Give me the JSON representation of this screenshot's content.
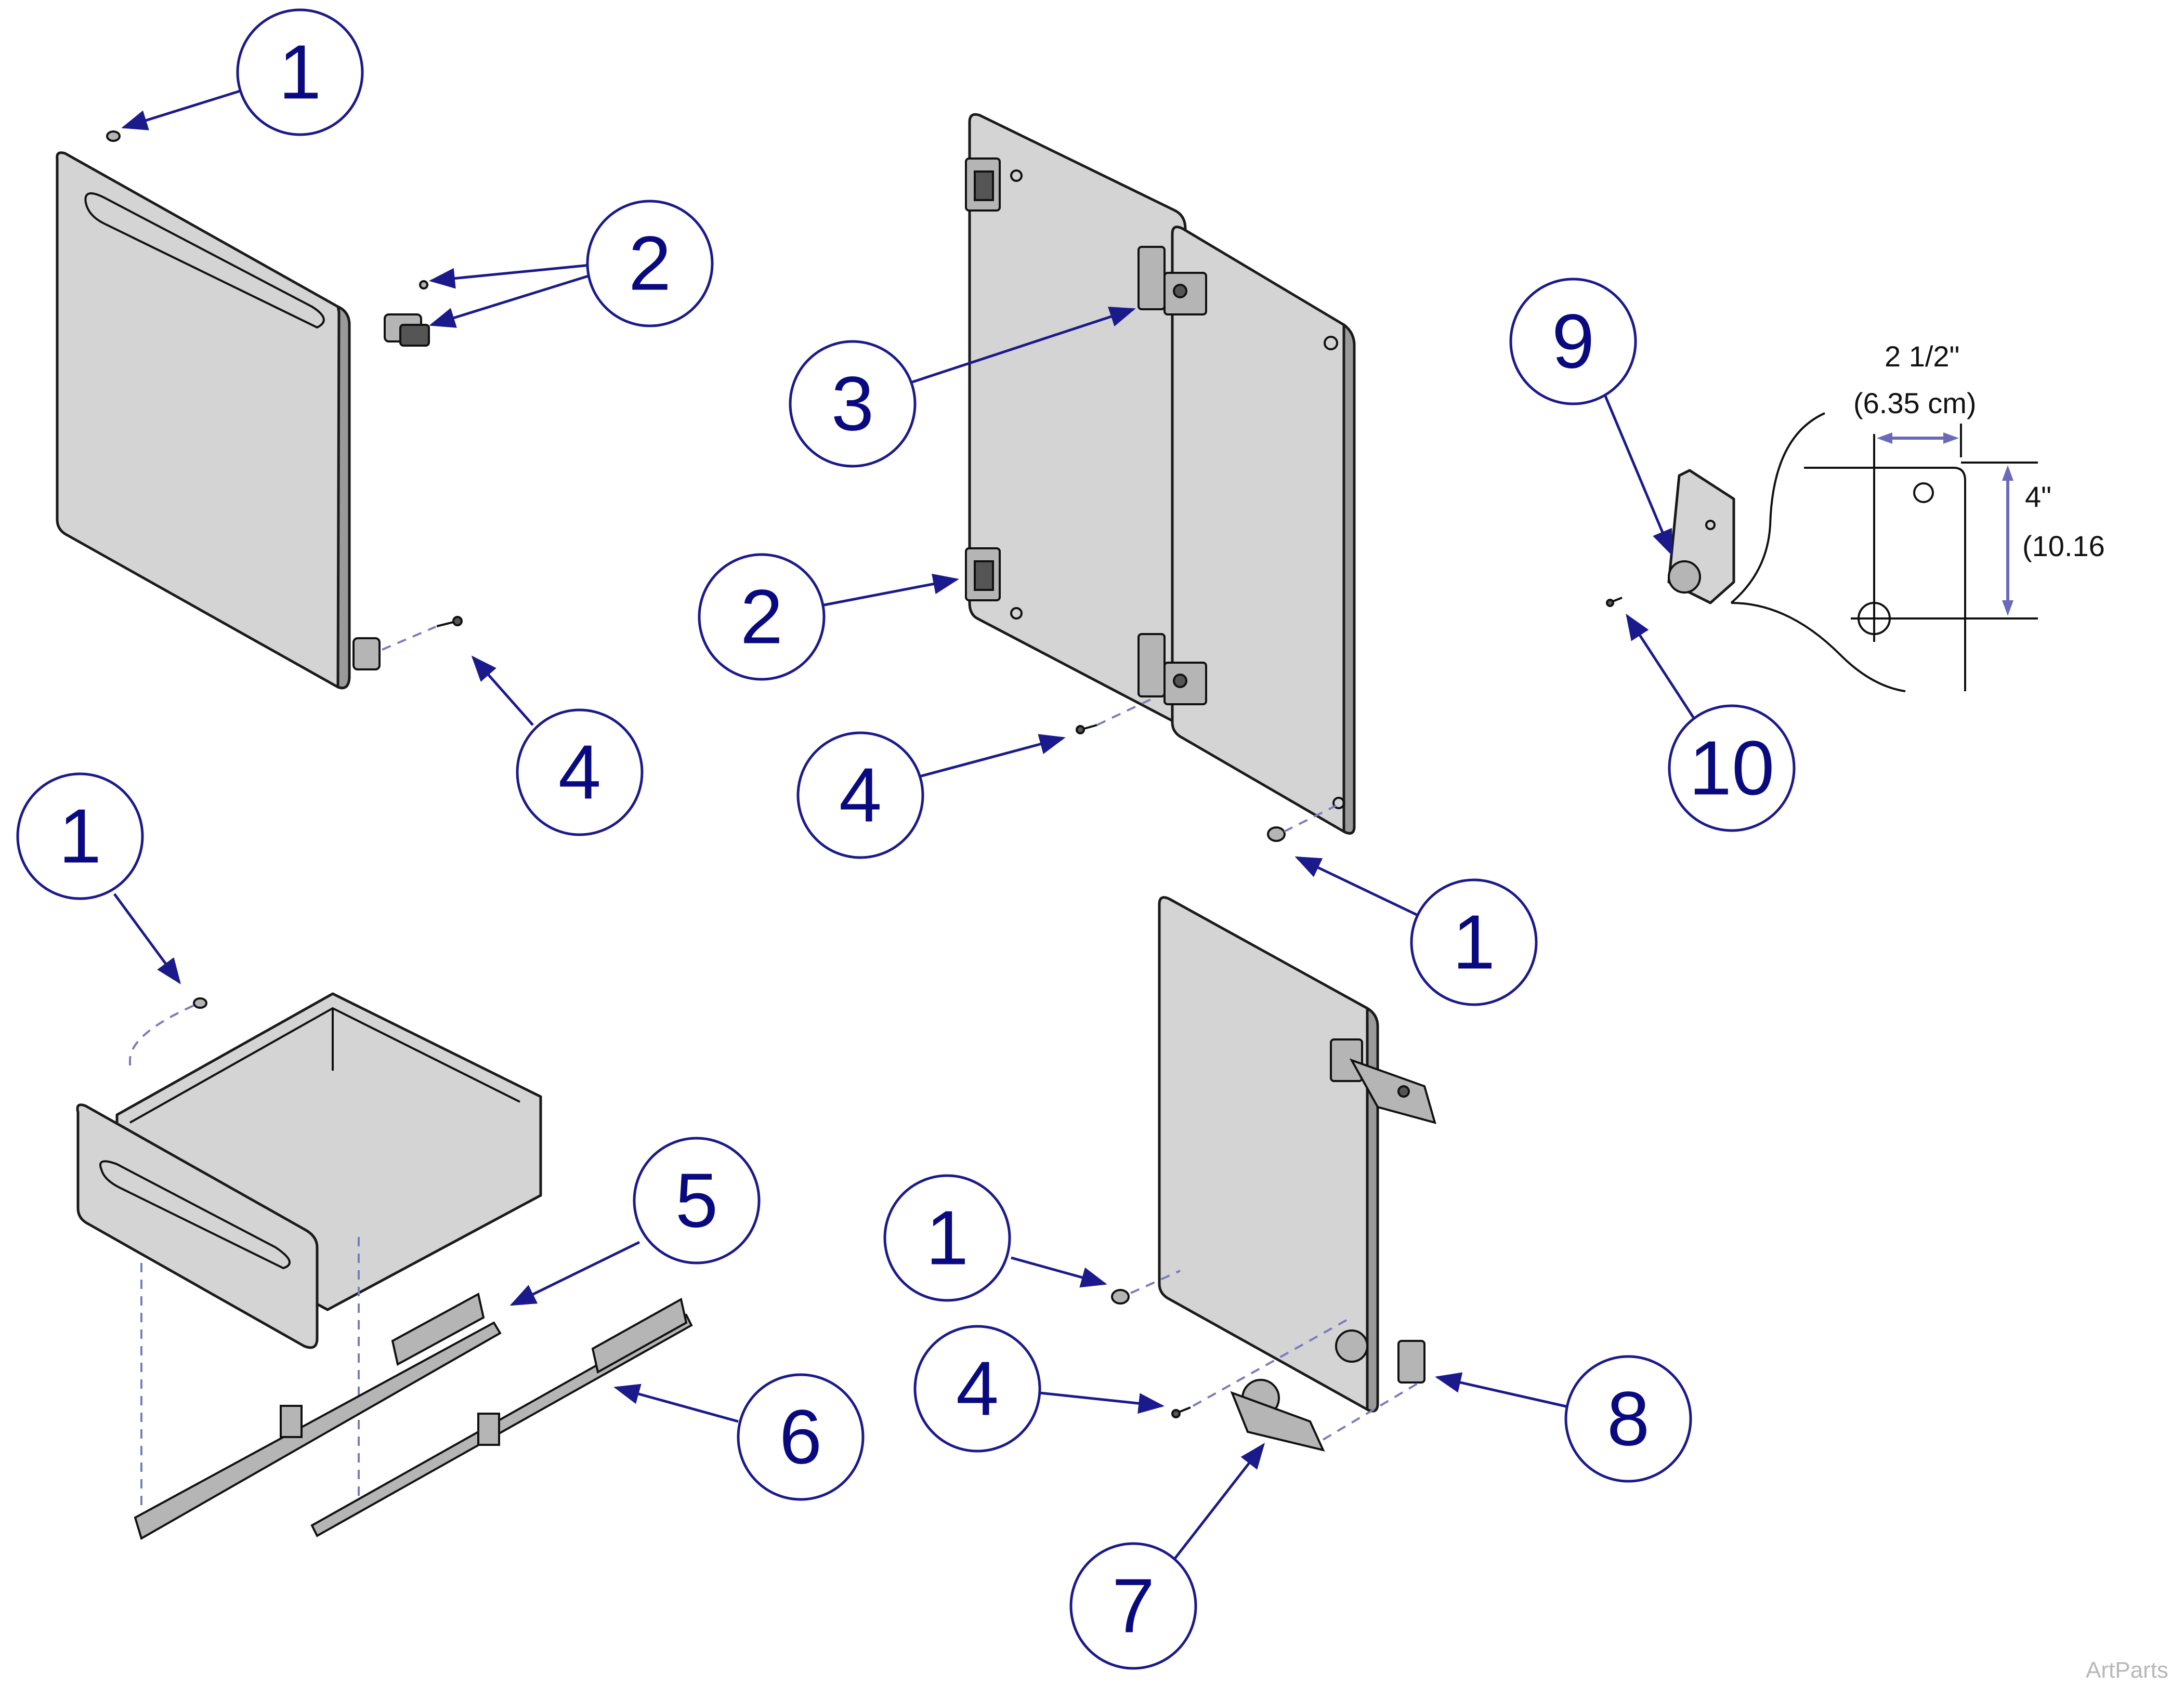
{
  "colors": {
    "callout_stroke": "#1a1a8c",
    "callout_text": "#0a0a80",
    "panel_fill": "#d4d4d4",
    "dimension_arrow": "#6a6ab8"
  },
  "callouts": [
    {
      "id": "c1a",
      "label": "1"
    },
    {
      "id": "c2a",
      "label": "2"
    },
    {
      "id": "c4a",
      "label": "4"
    },
    {
      "id": "c3",
      "label": "3"
    },
    {
      "id": "c2b",
      "label": "2"
    },
    {
      "id": "c4b",
      "label": "4"
    },
    {
      "id": "c1b",
      "label": "1"
    },
    {
      "id": "c9",
      "label": "9"
    },
    {
      "id": "c10",
      "label": "10"
    },
    {
      "id": "c1c",
      "label": "1"
    },
    {
      "id": "c5",
      "label": "5"
    },
    {
      "id": "c6",
      "label": "6"
    },
    {
      "id": "c1d",
      "label": "1"
    },
    {
      "id": "c4c",
      "label": "4"
    },
    {
      "id": "c8",
      "label": "8"
    },
    {
      "id": "c7",
      "label": "7"
    }
  ],
  "dimensions": {
    "horizontal_imperial": "2 1/2\"",
    "horizontal_metric": "(6.35 cm)",
    "vertical_imperial": "4\"",
    "vertical_metric": "(10.16"
  },
  "watermark": "ArtParts"
}
